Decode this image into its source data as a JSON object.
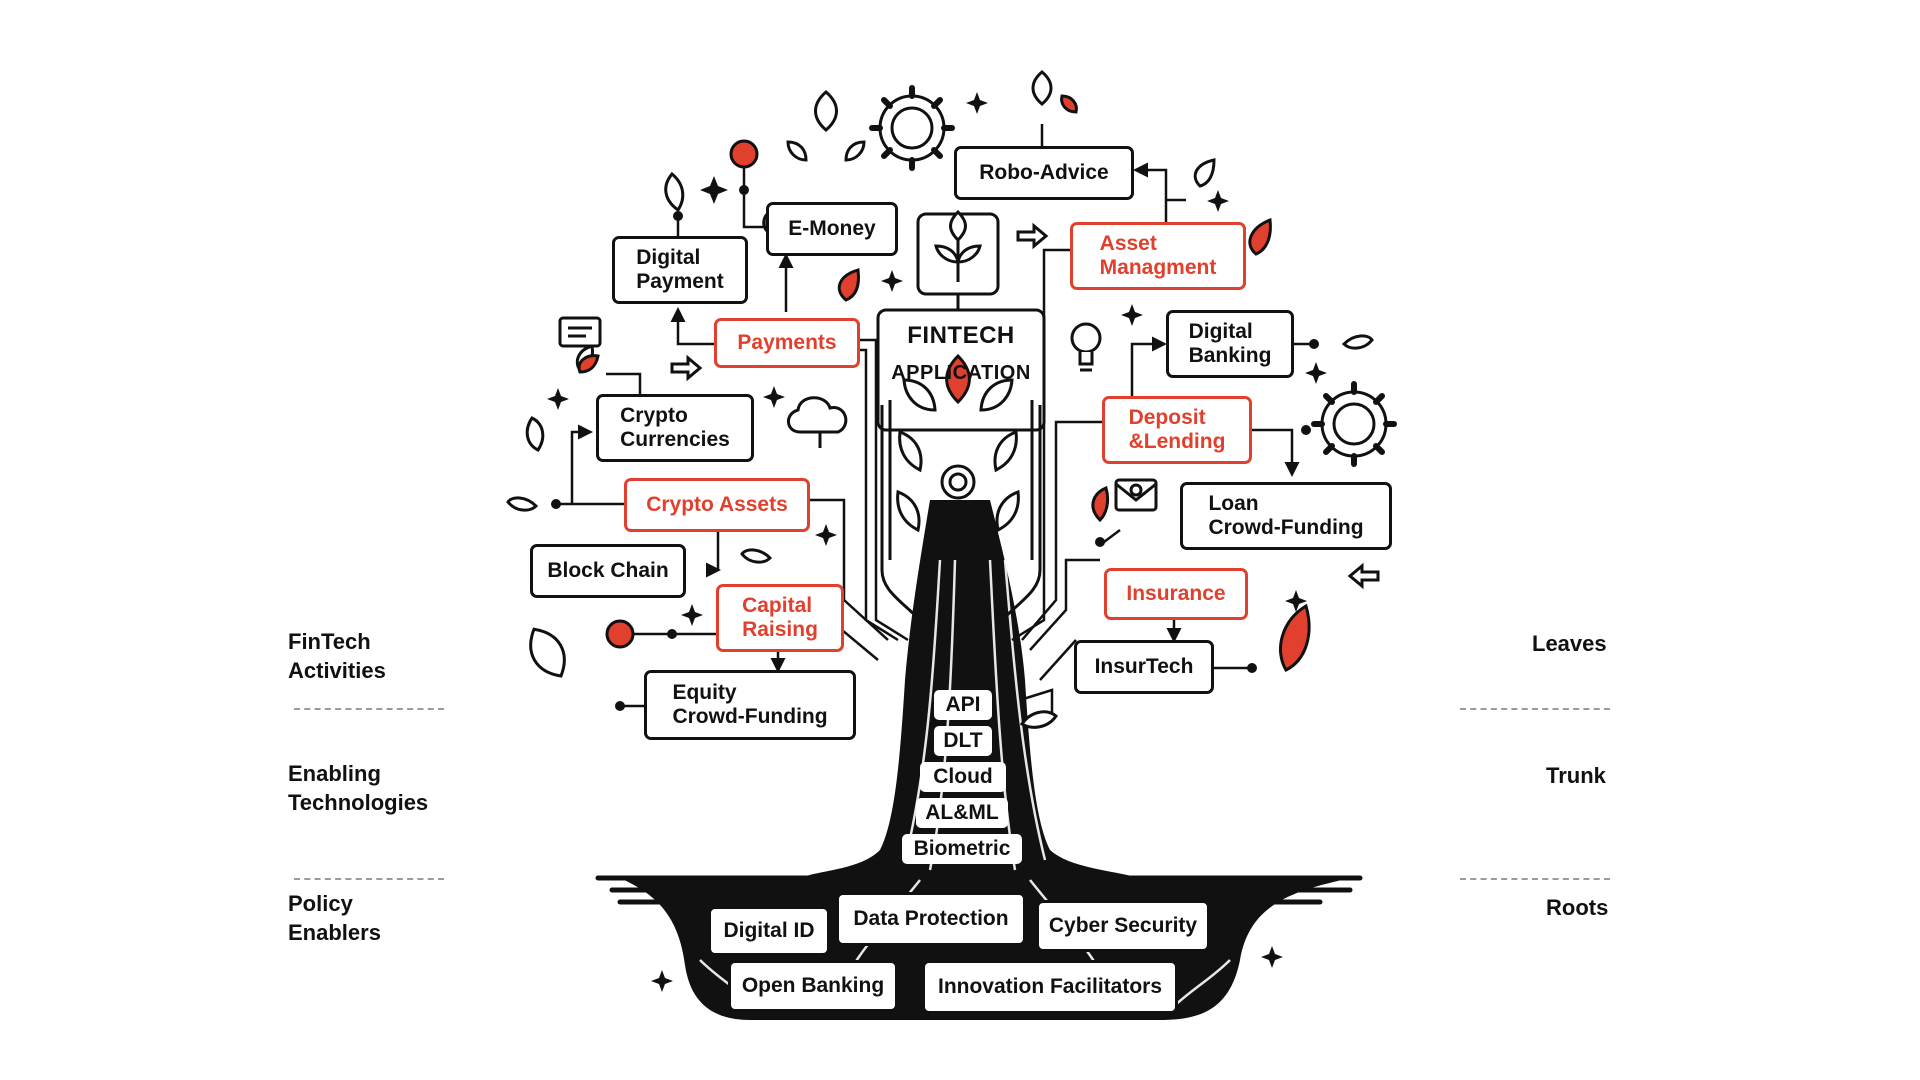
{
  "legend_left": {
    "activities": "FinTech\nActivities",
    "technologies": "Enabling\nTechnologies",
    "policy": "Policy\nEnablers"
  },
  "legend_right": {
    "leaves": "Leaves",
    "trunk": "Trunk",
    "roots": "Roots"
  },
  "center": {
    "line1": "FINTECH",
    "line2": "APPLICATION"
  },
  "activities": {
    "payments": "Payments",
    "digital_payment": "Digital\nPayment",
    "e_money": "E-Money",
    "crypto_assets": "Crypto Assets",
    "crypto_currencies": "Crypto\nCurrencies",
    "block_chain": "Block Chain",
    "capital_raising": "Capital\nRaising",
    "equity_crowd_funding": "Equity\nCrowd-Funding",
    "robo_advice": "Robo-Advice",
    "asset_management": "Asset\nManagment",
    "digital_banking": "Digital\nBanking",
    "deposit_lending": "Deposit\n&Lending",
    "loan_crowd_funding": "Loan\nCrowd-Funding",
    "insurance": "Insurance",
    "insurtech": "InsurTech"
  },
  "technologies": [
    "API",
    "DLT",
    "Cloud",
    "AL&ML",
    "Biometric"
  ],
  "policy": {
    "digital_id": "Digital ID",
    "data_protection": "Data Protection",
    "cyber_security": "Cyber Security",
    "open_banking": "Open Banking",
    "innovation_facilitators": "Innovation Facilitators"
  },
  "colors": {
    "accent": "#e0402d",
    "ink": "#111111",
    "dash": "#9a9a9a"
  },
  "icons": [
    "gear-icon",
    "sprout-icon",
    "leaf-icon",
    "cloud-icon",
    "lightbulb-icon",
    "envelope-icon",
    "chat-icon",
    "arrow-icon",
    "sparkle-icon",
    "pin-icon"
  ]
}
